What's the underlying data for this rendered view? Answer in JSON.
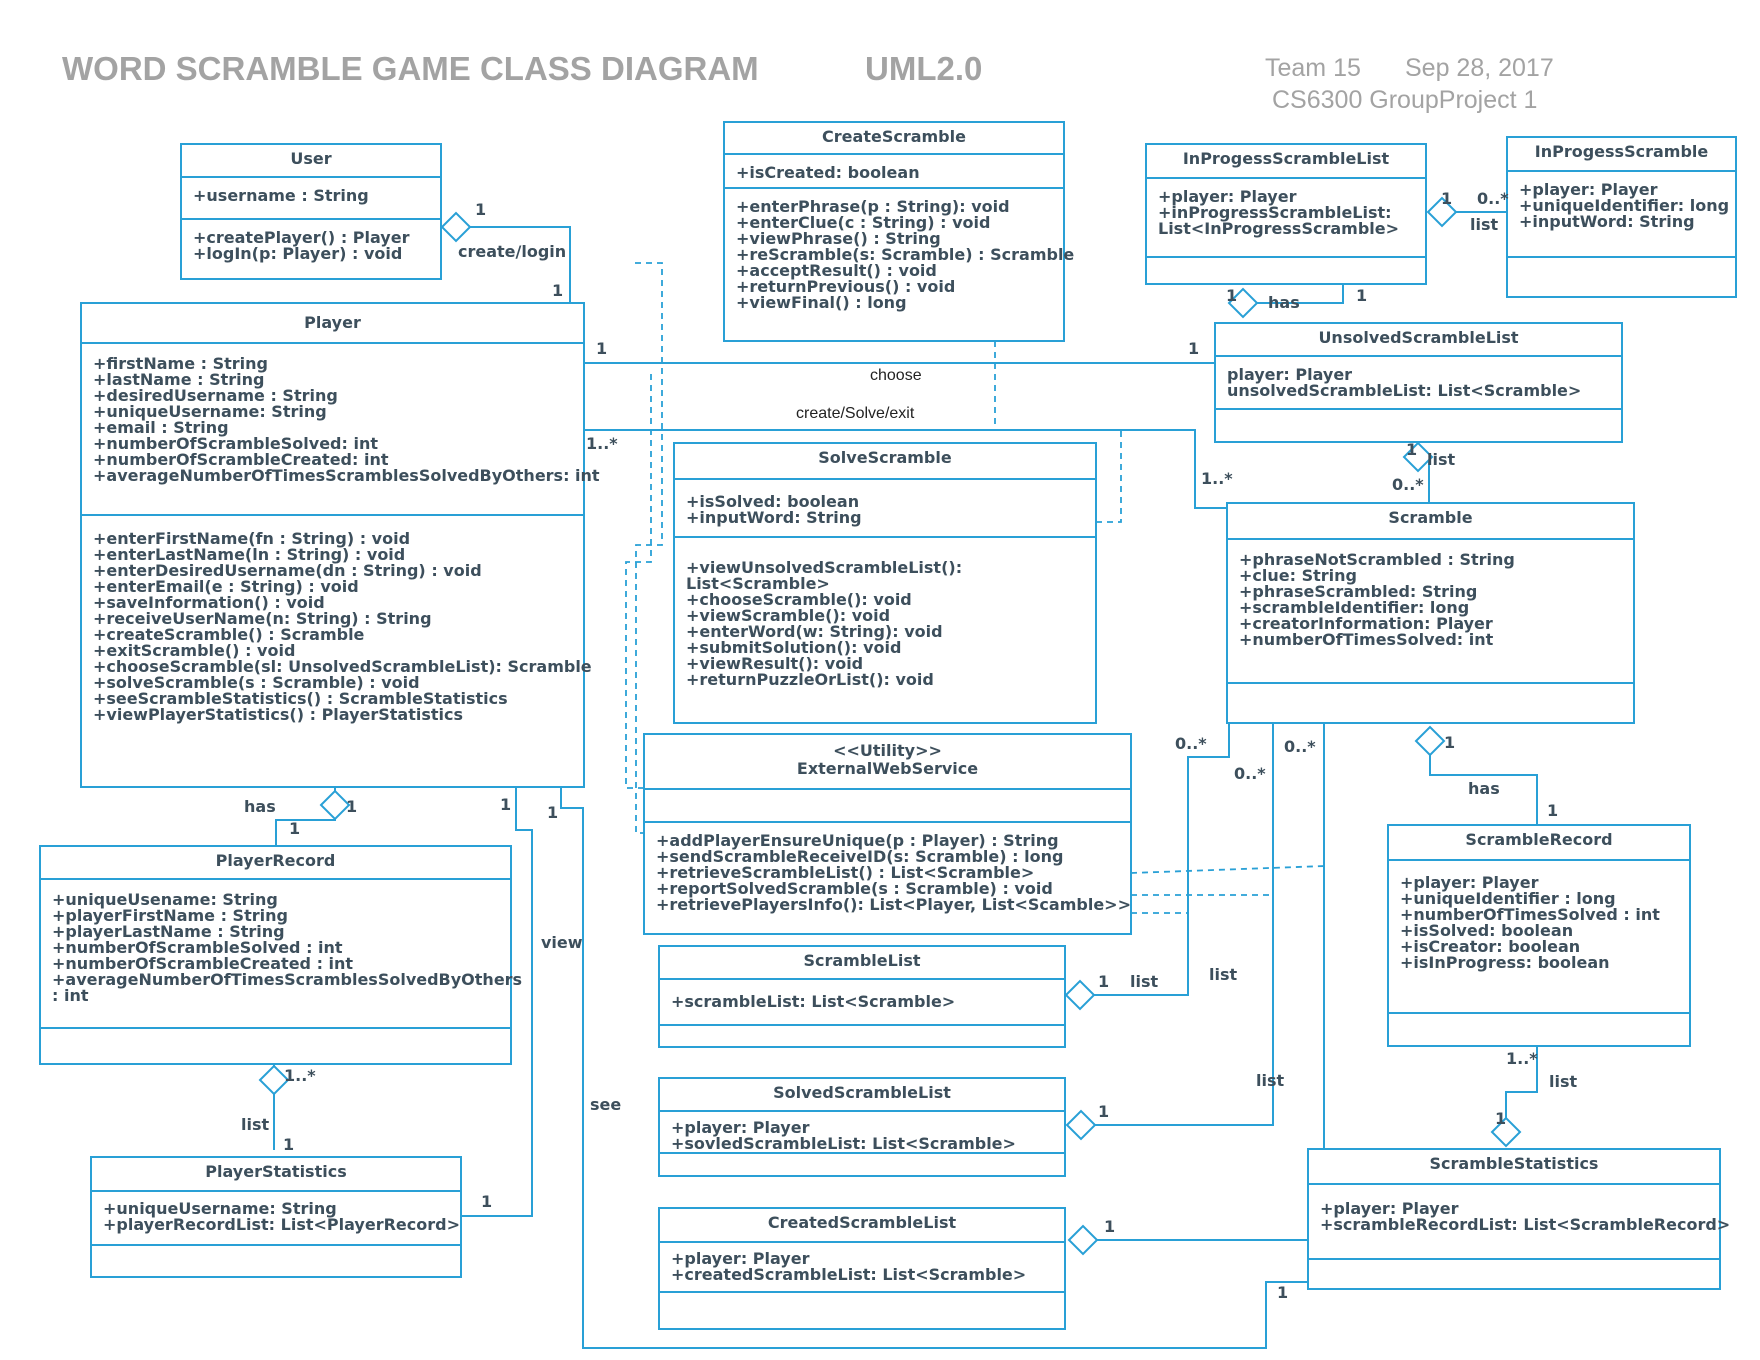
{
  "header": {
    "title": "WORD SCRAMBLE GAME CLASS DIAGRAM",
    "version": "UML2.0",
    "team": "Team 15",
    "date": "Sep 28, 2017",
    "course": "CS6300 GroupProject 1"
  },
  "classes": {
    "user": {
      "name": "User",
      "attrs": [
        "+username : String"
      ],
      "ops": [
        "+createPlayer() : Player",
        "+logIn(p: Player) : void"
      ]
    },
    "createScramble": {
      "name": "CreateScramble",
      "attrs": [
        "+isCreated: boolean"
      ],
      "ops": [
        "+enterPhrase(p : String): void",
        "+enterClue(c : String) : void",
        "+viewPhrase() : String",
        "+reScramble(s: Scramble) : Scramble",
        "+acceptResult() : void",
        "+returnPrevious() : void",
        "+viewFinal() : long"
      ]
    },
    "inProgressList": {
      "name": "InProgessScrambleList",
      "attrs": [
        "+player: Player",
        "+inProgressScrambleList:",
        "List<InProgressScramble>"
      ],
      "ops": []
    },
    "inProgress": {
      "name": "InProgessScramble",
      "attrs": [
        "+player: Player",
        "+uniqueIdentifier:  long",
        "+inputWord: String"
      ],
      "ops": []
    },
    "player": {
      "name": "Player",
      "attrs": [
        "+firstName : String",
        "+lastName : String",
        "+desiredUsername : String",
        "+uniqueUsername: String",
        "+email : String",
        "+numberOfScrambleSolved: int",
        "+numberOfScrambleCreated: int",
        "+averageNumberOfTimesScramblesSolvedByOthers: int"
      ],
      "ops": [
        "+enterFirstName(fn : String) : void",
        "+enterLastName(ln : String) : void",
        "+enterDesiredUsername(dn : String) : void",
        "+enterEmail(e : String) : void",
        "+saveInformation() : void",
        "+receiveUserName(n: String) : String",
        "+createScramble() : Scramble",
        "+exitScramble() : void",
        "+chooseScramble(sl: UnsolvedScrambleList): Scramble",
        "+solveScramble(s : Scramble) :  void",
        "+seeScrambleStatistics() : ScrambleStatistics",
        "+viewPlayerStatistics() : PlayerStatistics"
      ]
    },
    "unsolvedList": {
      "name": "UnsolvedScrambleList",
      "attrs": [
        "player: Player",
        "unsolvedScrambleList: List<Scramble>"
      ],
      "ops": []
    },
    "solveScramble": {
      "name": "SolveScramble",
      "attrs": [
        "+isSolved: boolean",
        "+inputWord: String"
      ],
      "ops": [
        "+viewUnsolvedScrambleList():",
        "List<Scramble>",
        "+chooseScramble(): void",
        "+viewScramble(): void",
        "+enterWord(w: String): void",
        "+submitSolution(): void",
        "+viewResult(): void",
        "+returnPuzzleOrList(): void"
      ]
    },
    "scramble": {
      "name": "Scramble",
      "attrs": [
        "+phraseNotScrambled : String",
        "+clue: String",
        "+phraseScrambled: String",
        "+scrambleIdentifier: long",
        "+creatorInformation: Player",
        "+numberOfTimesSolved: int"
      ],
      "ops": []
    },
    "externalWebService": {
      "stereotype": "<<Utility>>",
      "name": "ExternalWebService",
      "attrs": [],
      "ops": [
        "+addPlayerEnsureUnique(p : Player) : String",
        "+sendScrambleReceiveID(s: Scramble) :  long",
        "+retrieveScrambleList() : List<Scramble>",
        "+reportSolvedScramble(s : Scramble) : void",
        "+retrievePlayersInfo(): List<Player, List<Scamble>>"
      ]
    },
    "playerRecord": {
      "name": "PlayerRecord",
      "attrs": [
        "+uniqueUsename: String",
        "+playerFirstName : String",
        "+playerLastName : String",
        "+numberOfScrambleSolved : int",
        "+numberOfScrambleCreated : int",
        "+averageNumberOfTimesScramblesSolvedByOthers",
        ": int"
      ],
      "ops": []
    },
    "scrambleRecord": {
      "name": "ScrambleRecord",
      "attrs": [
        "+player: Player",
        "+uniqueIdentifier : long",
        "+numberOfTimesSolved : int",
        "+isSolved: boolean",
        "+isCreator: boolean",
        "+isInProgress: boolean"
      ],
      "ops": []
    },
    "scrambleList": {
      "name": "ScrambleList",
      "attrs": [
        "+scrambleList: List<Scramble>"
      ],
      "ops": []
    },
    "solvedList": {
      "name": "SolvedScrambleList",
      "attrs": [
        "+player: Player",
        "+sovledScrambleList: List<Scramble>"
      ],
      "ops": []
    },
    "createdList": {
      "name": "CreatedScrambleList",
      "attrs": [
        "+player: Player",
        "+createdScrambleList: List<Scramble>"
      ],
      "ops": []
    },
    "playerStatistics": {
      "name": "PlayerStatistics",
      "attrs": [
        "+uniqueUsername: String",
        "+playerRecordList: List<PlayerRecord>"
      ],
      "ops": []
    },
    "scrambleStatistics": {
      "name": "ScrambleStatistics",
      "attrs": [
        "+player: Player",
        "+scrambleRecordList: List<ScrambleRecord>"
      ],
      "ops": []
    }
  },
  "associations": {
    "createLogin": "create/login",
    "choose": "choose",
    "createSolveExit": "create/Solve/exit",
    "has": "has",
    "list": "list",
    "view": "view",
    "see": "see"
  },
  "multiplicity": {
    "one": "1",
    "zeroMany": "0..*",
    "oneMany": "1..*"
  }
}
